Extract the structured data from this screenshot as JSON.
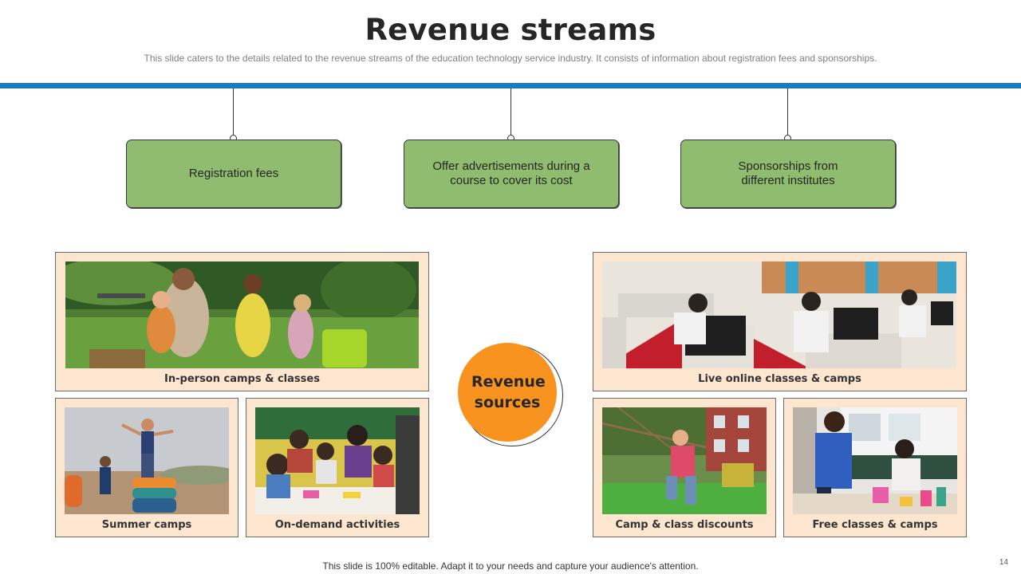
{
  "header": {
    "title": "Revenue streams",
    "subtitle": "This slide caters to the details related to the revenue streams of the education technology service industry. It consists of information about registration fees and sponsorships."
  },
  "streams": [
    {
      "label": "Registration fees"
    },
    {
      "label": "Offer advertisements during a course to cover its cost"
    },
    {
      "label": "Sponsorships from different institutes"
    }
  ],
  "center": {
    "label": "Revenue sources"
  },
  "cards": {
    "in_person": "In-person camps & classes",
    "summer": "Summer camps",
    "on_demand": "On-demand activities",
    "live_online": "Live online classes & camps",
    "discounts": "Camp & class discounts",
    "free": "Free classes & camps"
  },
  "footer": {
    "note": "This slide is 100% editable. Adapt it to your needs and capture your audience's attention.",
    "page": "14"
  },
  "colors": {
    "accent_bar": "#1b7bbf",
    "stream_box": "#8fbc6e",
    "card_bg": "#fde6cf",
    "center_circle": "#f7931e"
  }
}
